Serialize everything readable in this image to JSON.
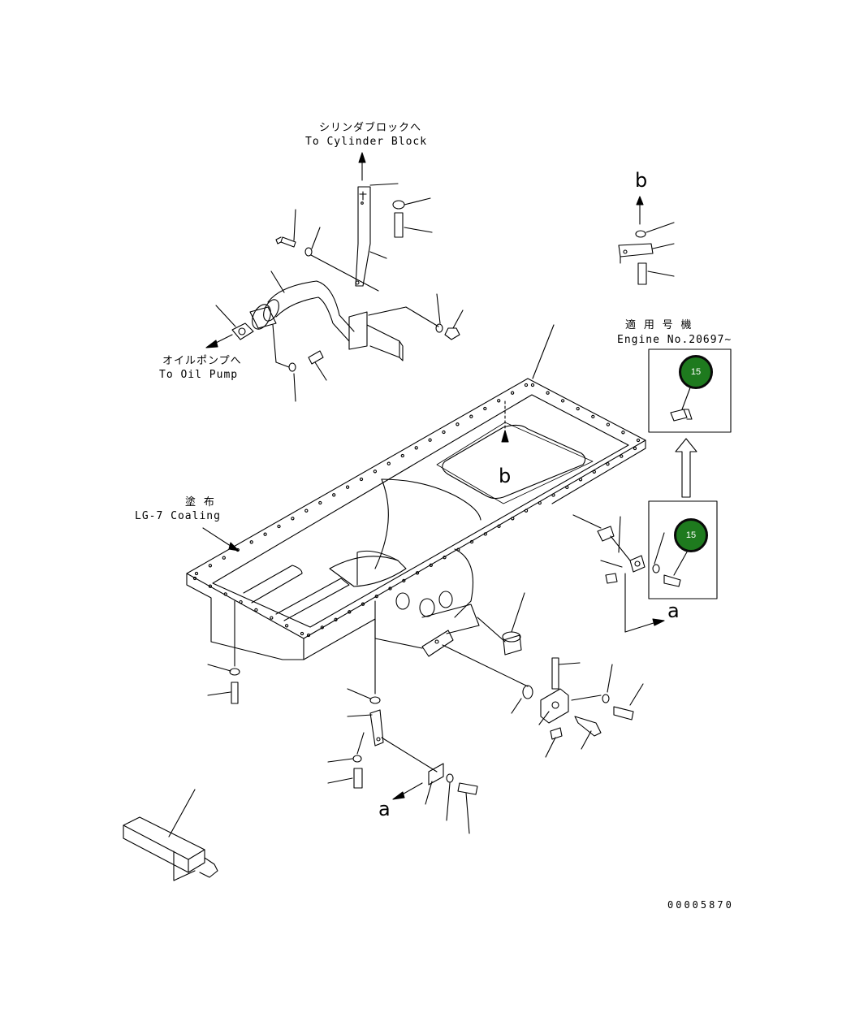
{
  "labels": {
    "to_cylinder_jp": "シリンダブロックへ",
    "to_cylinder_en": "To Cylinder Block",
    "to_oil_pump_jp": "オイルポンプへ",
    "to_oil_pump_en": "To Oil Pump",
    "coating_jp": "塗 布",
    "coating_en": "LG-7 Coaling",
    "applicable_jp": "適 用 号 機",
    "applicable_en": "Engine No.20697~"
  },
  "view_markers": {
    "b_top": "b",
    "b_pan": "b",
    "a_right": "a",
    "a_bottom": "a"
  },
  "badges": [
    {
      "label": "15"
    },
    {
      "label": "15"
    }
  ],
  "drawing_number": "00005870",
  "colors": {
    "line": "#000000",
    "badge_fill": "#1e7a1e",
    "badge_border": "#0a0a0a"
  }
}
